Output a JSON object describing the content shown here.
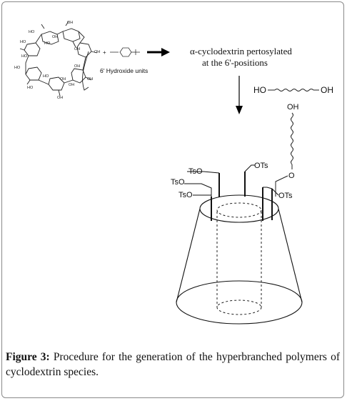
{
  "reaction": {
    "reagent_plus": "+",
    "hydroxide_label": "6' Hydroxide units",
    "product_line1": "α-cyclodextrin pertosylated",
    "product_line2": "at the 6'-positions"
  },
  "macrocycle": {
    "oh_labels": [
      "HO",
      "OH",
      "OH",
      "OH",
      "OH",
      "HO",
      "HO",
      "HO",
      "OH",
      "HO",
      "HO",
      "OH",
      "OH",
      "OH",
      "HO",
      "OH"
    ]
  },
  "polymer": {
    "ho_label": "HO",
    "oh_label": "OH",
    "chain_oh_label": "OH",
    "chain_o_label": "O"
  },
  "substituents": {
    "ts_left_1": "TsO",
    "ts_left_2": "TsO",
    "ts_left_3": "TsO",
    "ots_top": "OTs",
    "ots_right": "OTs"
  },
  "caption": {
    "label": "Figure 3:",
    "text": "Procedure for the generation of the hyperbranched polymers of cyclodextrin species."
  }
}
